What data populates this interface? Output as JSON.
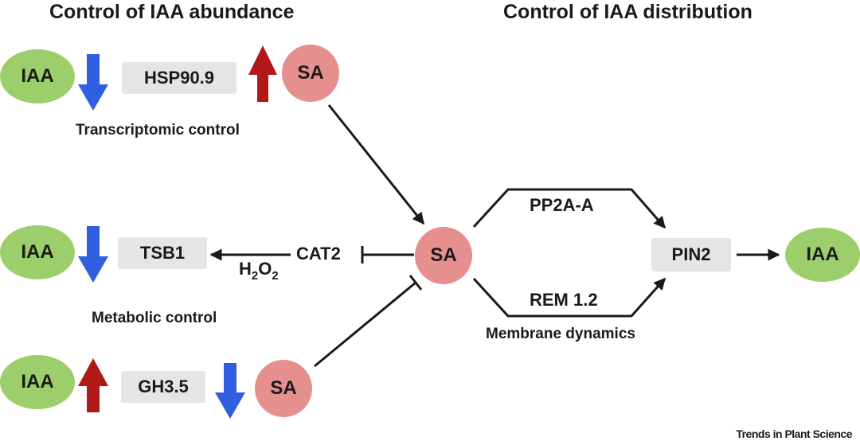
{
  "headings": {
    "left": "Control of IAA abundance",
    "right": "Control of IAA distribution"
  },
  "nodes": {
    "iaa_top": "IAA",
    "iaa_middle": "IAA",
    "iaa_bottom": "IAA",
    "iaa_right": "IAA",
    "sa_top": "SA",
    "sa_center": "SA",
    "sa_bottom": "SA"
  },
  "genes": {
    "hsp": "HSP90.9",
    "tsb": "TSB1",
    "gh": "GH3.5",
    "pin": "PIN2"
  },
  "labels": {
    "transcriptomic": "Transcriptomic control",
    "metabolic": "Metabolic control",
    "membrane": "Membrane dynamics",
    "cat2": "CAT2",
    "h2o2_h": "H",
    "h2o2_sub1": "2",
    "h2o2_o": "O",
    "h2o2_sub2": "2",
    "pp2a": "PP2A-A",
    "rem": "REM 1.2"
  },
  "trend_arrows": {
    "top_iaa": "down",
    "top_sa": "up",
    "middle_iaa": "down",
    "bottom_iaa": "up",
    "bottom_sa": "down"
  },
  "colors": {
    "iaa_fill": "#9ccf6b",
    "sa_fill": "#e58f8f",
    "gene_fill": "#e5e5e5",
    "arrow_down": "#2f5fe0",
    "arrow_up": "#b11818",
    "line": "#1a1a1a"
  },
  "credit": "Trends in Plant Science"
}
